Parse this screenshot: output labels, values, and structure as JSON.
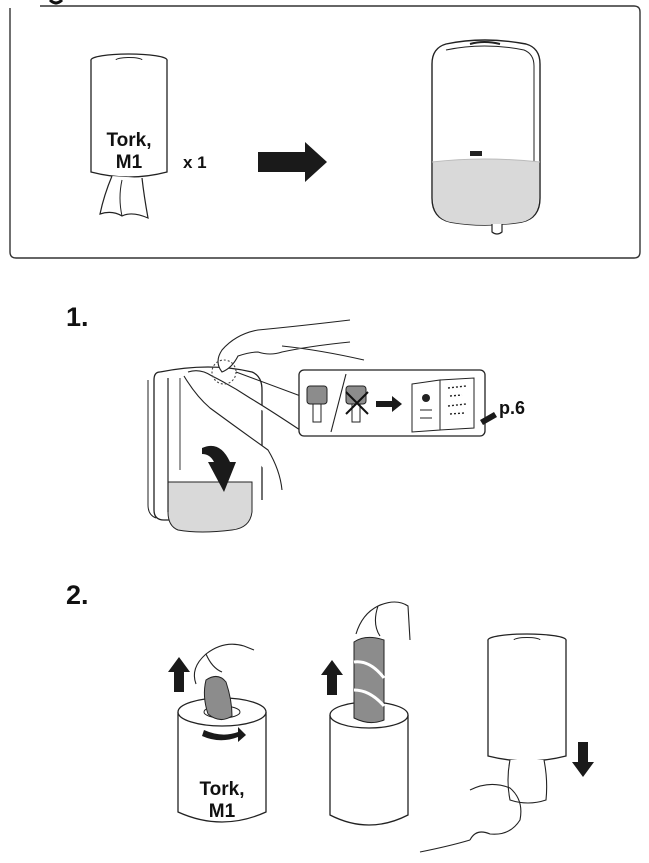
{
  "top_panel": {
    "roll_label_line1": "Tork,",
    "roll_label_line2": "M1",
    "quantity": "x 1"
  },
  "step1": {
    "number": "1.",
    "page_ref": "p.6"
  },
  "step2": {
    "number": "2.",
    "roll_label_line1": "Tork,",
    "roll_label_line2": "M1"
  },
  "colors": {
    "line": "#222222",
    "fill_light_gray": "#d9d9d9",
    "fill_mid_gray": "#8c8c8c",
    "arrow": "#1a1a1a"
  }
}
